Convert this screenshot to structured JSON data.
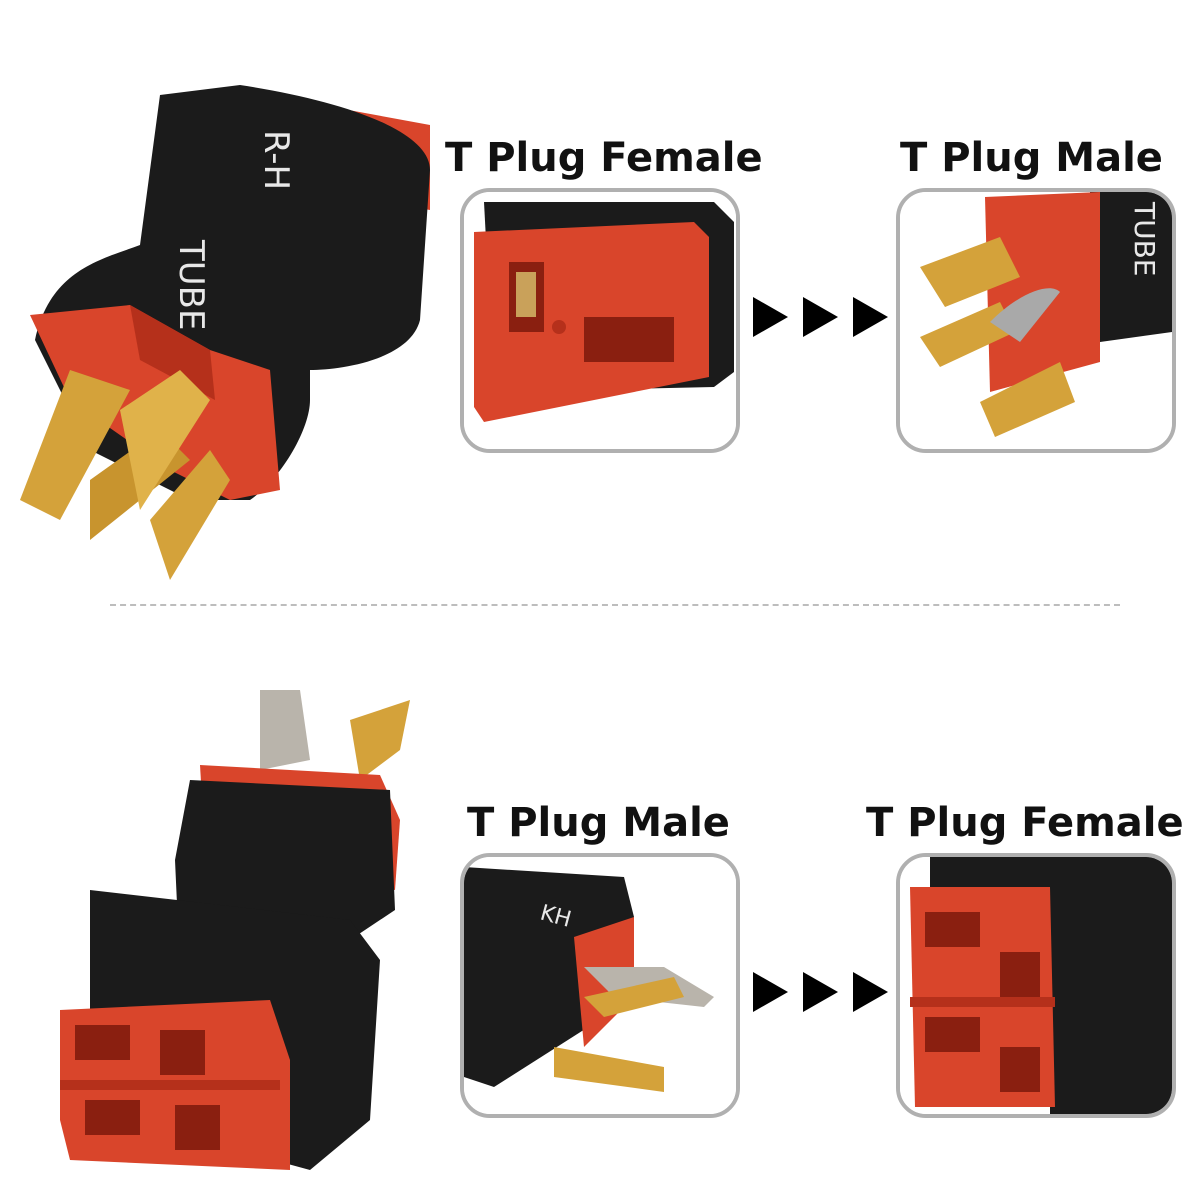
{
  "top": {
    "left_label": "T Plug Female",
    "right_label": "T Plug Male"
  },
  "bottom": {
    "left_label": "T Plug Male",
    "right_label": "T Plug Female"
  },
  "sleeve_print": {
    "text_1": "R-H",
    "text_2": "TUBE",
    "text_3": "KH"
  },
  "colors": {
    "housing_red": "#d9452b",
    "housing_dark_red": "#b5301b",
    "sleeve_black": "#1b1b1b",
    "pin_gold": "#d4a23a",
    "frame_gray": "#b0b0b0",
    "arrow_black": "#000000"
  }
}
